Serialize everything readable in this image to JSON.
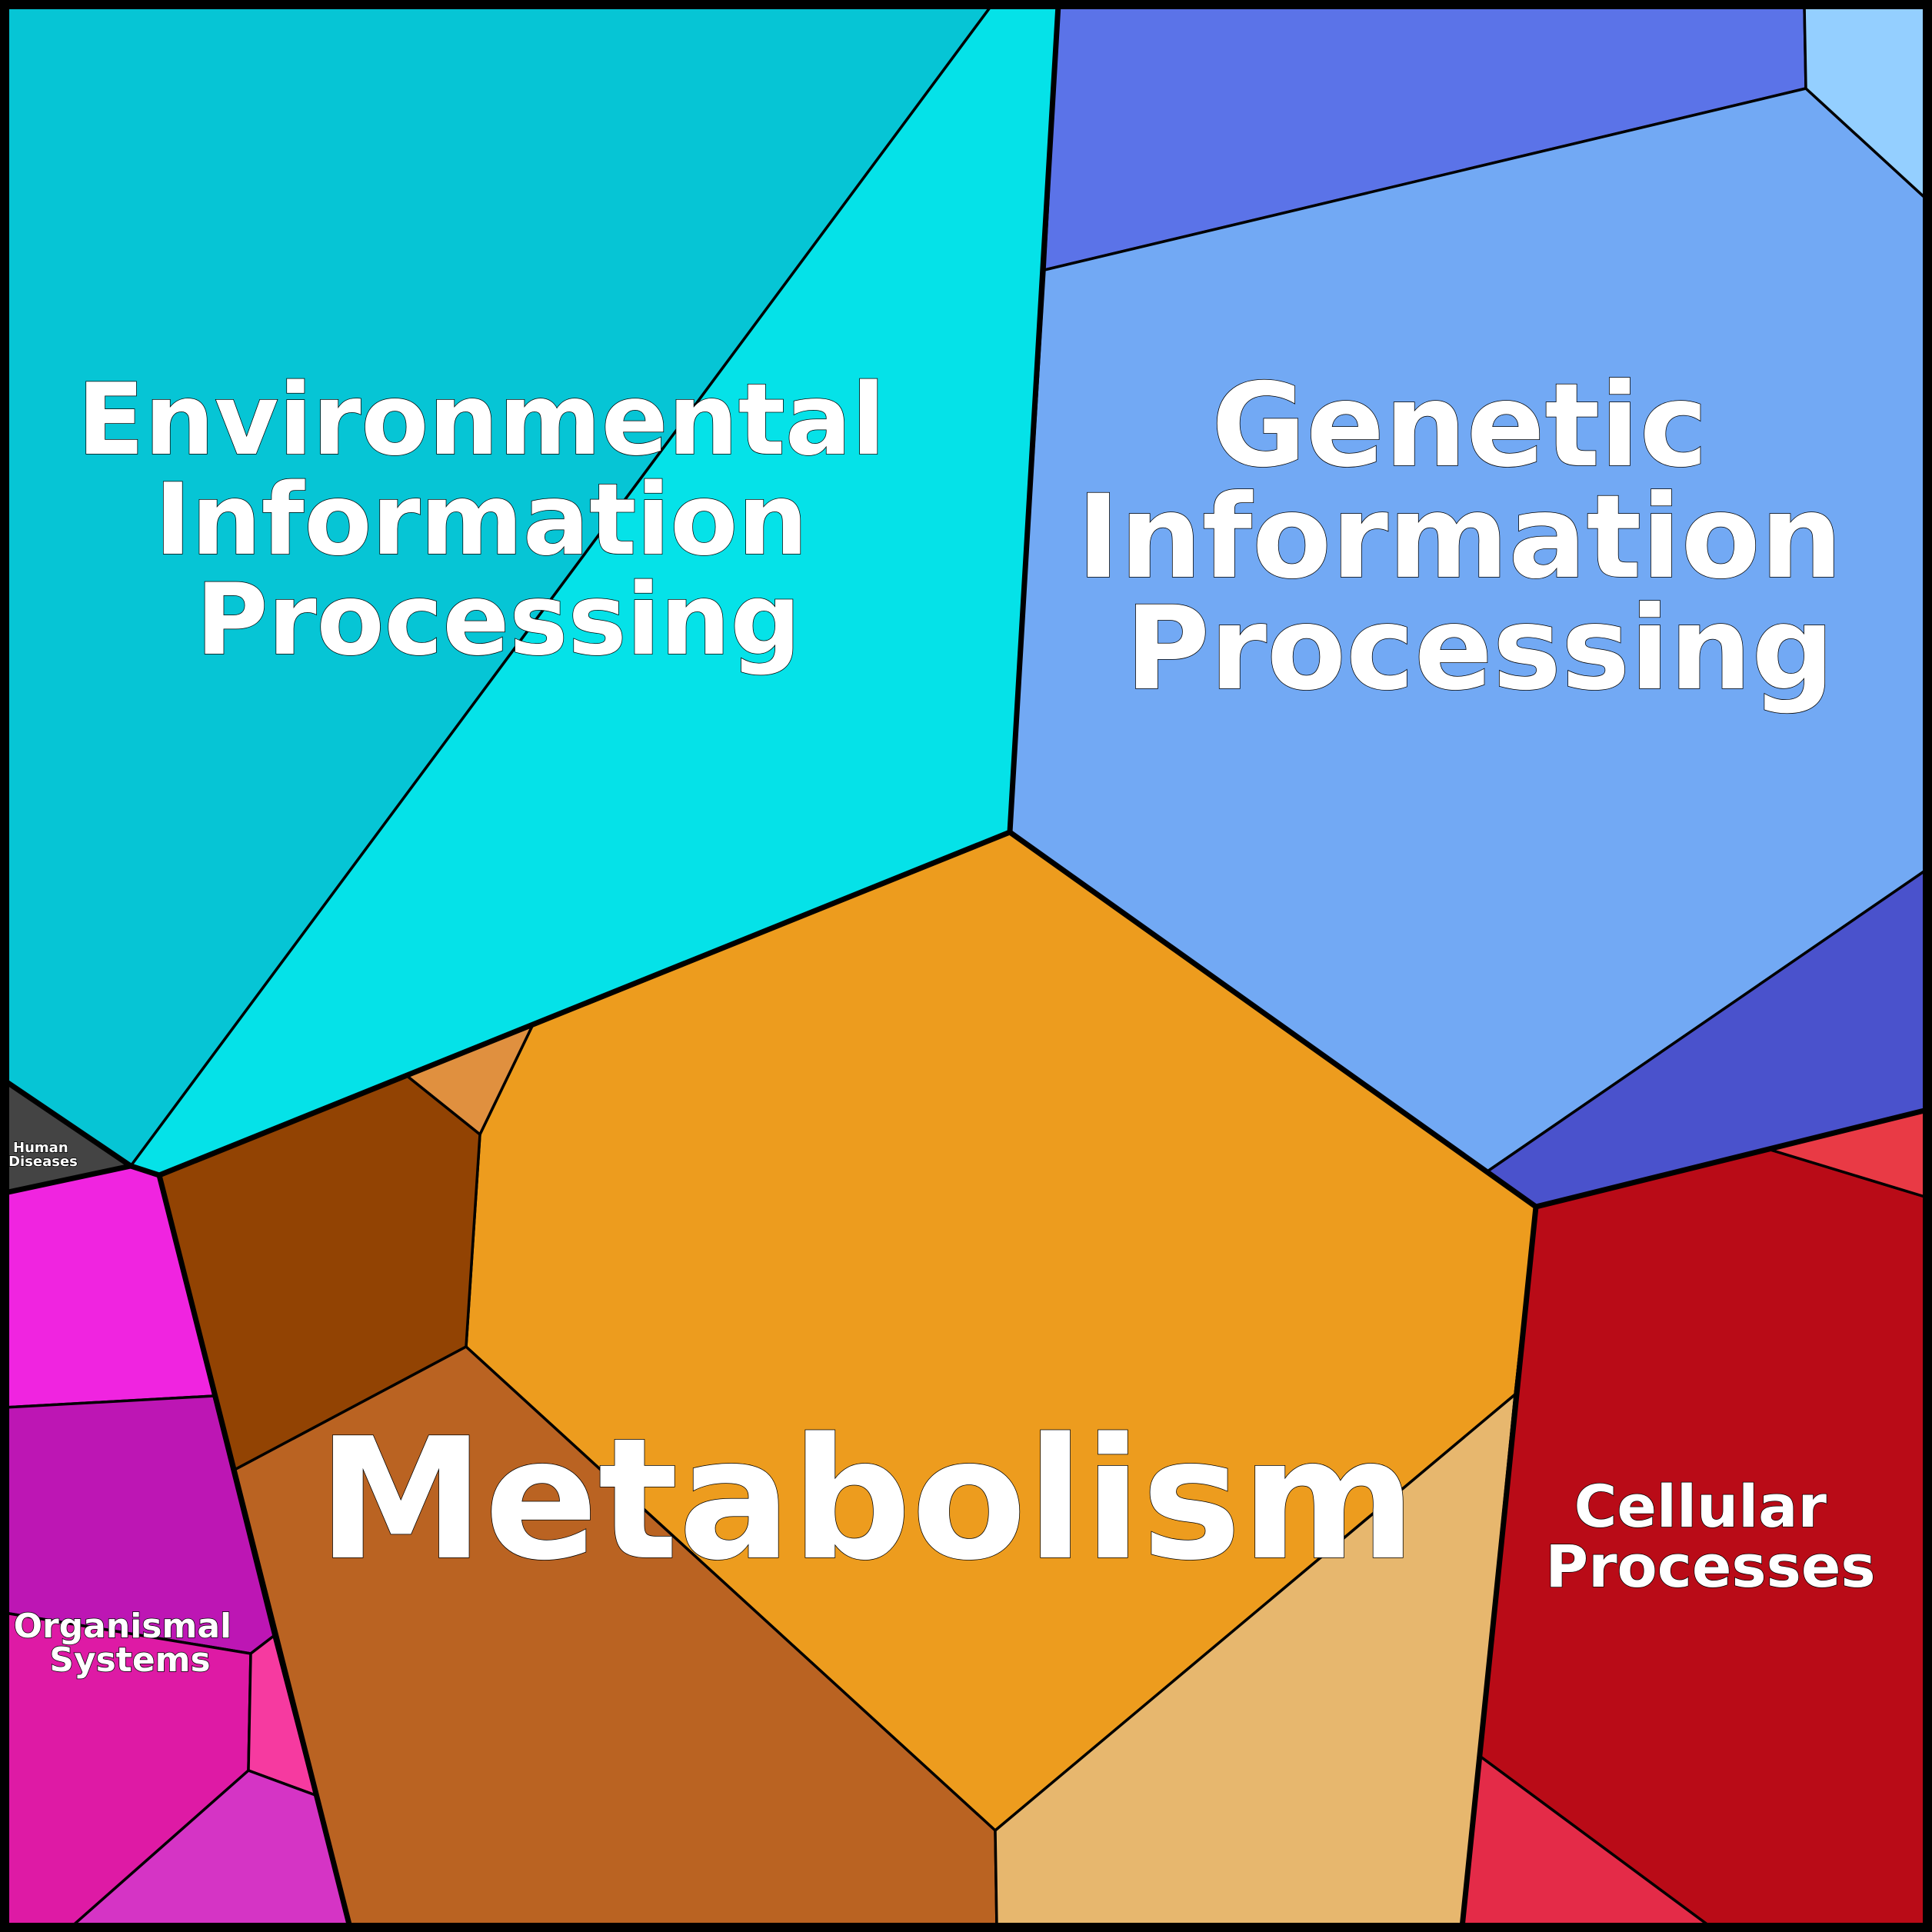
{
  "diagram": {
    "type": "voronoi-treemap",
    "categories": [
      {
        "id": "environmental",
        "label_lines": [
          "Environmental",
          "Information",
          "Processing"
        ],
        "colors": [
          "#06c5d5",
          "#05e2e8"
        ]
      },
      {
        "id": "genetic",
        "label_lines": [
          "Genetic",
          "Information",
          "Processing"
        ],
        "colors": [
          "#5b73e8",
          "#72a9f4",
          "#94cfff",
          "#4a52cc"
        ]
      },
      {
        "id": "metabolism",
        "label_lines": [
          "Metabolism"
        ],
        "colors": [
          "#ed9c1e",
          "#e0903f",
          "#924303",
          "#ba6322",
          "#e7b76e"
        ]
      },
      {
        "id": "cellular",
        "label_lines": [
          "Cellular",
          "Processes"
        ],
        "colors": [
          "#b90b17",
          "#e93a45",
          "#e42b48"
        ]
      },
      {
        "id": "organismal",
        "label_lines": [
          "Organismal",
          "Systems"
        ],
        "colors": [
          "#f024e0",
          "#bd16b4",
          "#de1aa5",
          "#f63aa0",
          "#d534c5"
        ]
      },
      {
        "id": "human",
        "label_lines": [
          "Human",
          "Diseases"
        ],
        "colors": [
          "#444444"
        ]
      }
    ]
  }
}
